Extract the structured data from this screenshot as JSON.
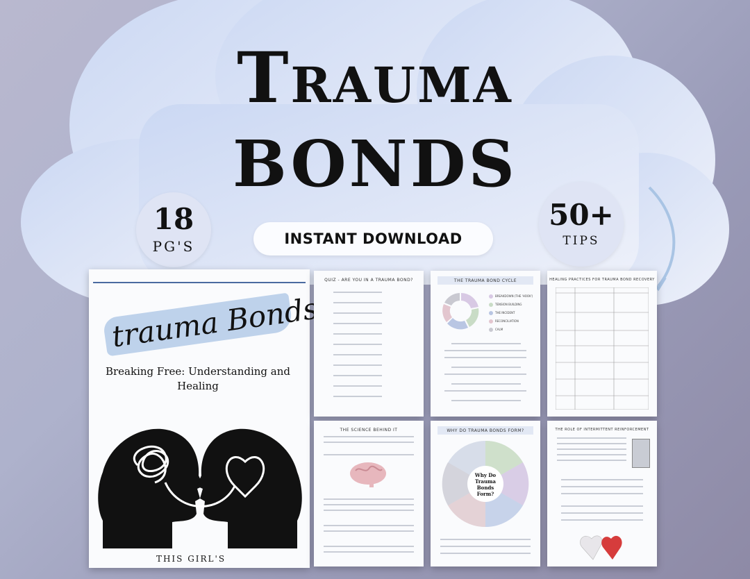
{
  "title_line1": "Trauma",
  "title_line2": "BONDS",
  "pages_badge": {
    "number": "18",
    "label": "PG'S"
  },
  "tips_badge": {
    "number": "50+",
    "label": "TIPS"
  },
  "download_label": "INSTANT DOWNLOAD",
  "cover": {
    "script_title": "trauma Bonds",
    "subtitle": "Breaking Free: Understanding and Healing",
    "footer": "THIS GIRL'S"
  },
  "page_titles": {
    "quiz": "QUIZ - ARE YOU IN A TRAUMA BOND?",
    "cycle": "THE TRAUMA BOND CYCLE",
    "healing": "HEALING PRACTICES FOR TRAUMA BOND RECOVERY",
    "science": "THE SCIENCE BEHIND IT",
    "why": "WHY DO TRAUMA BONDS FORM?",
    "reinforcement": "THE ROLE OF INTERMITTENT REINFORCEMENT"
  },
  "cycle_legend": [
    "BREAKDOWN (THE 'HOOK')",
    "TENSION BUILDING",
    "THE INCIDENT",
    "RECONCILIATION",
    "CALM"
  ],
  "why_center": "Why Do Trauma Bonds Form?",
  "colors": {
    "accent_blue": "#a9c4e4",
    "circle_bg": "#dfe4f4"
  }
}
